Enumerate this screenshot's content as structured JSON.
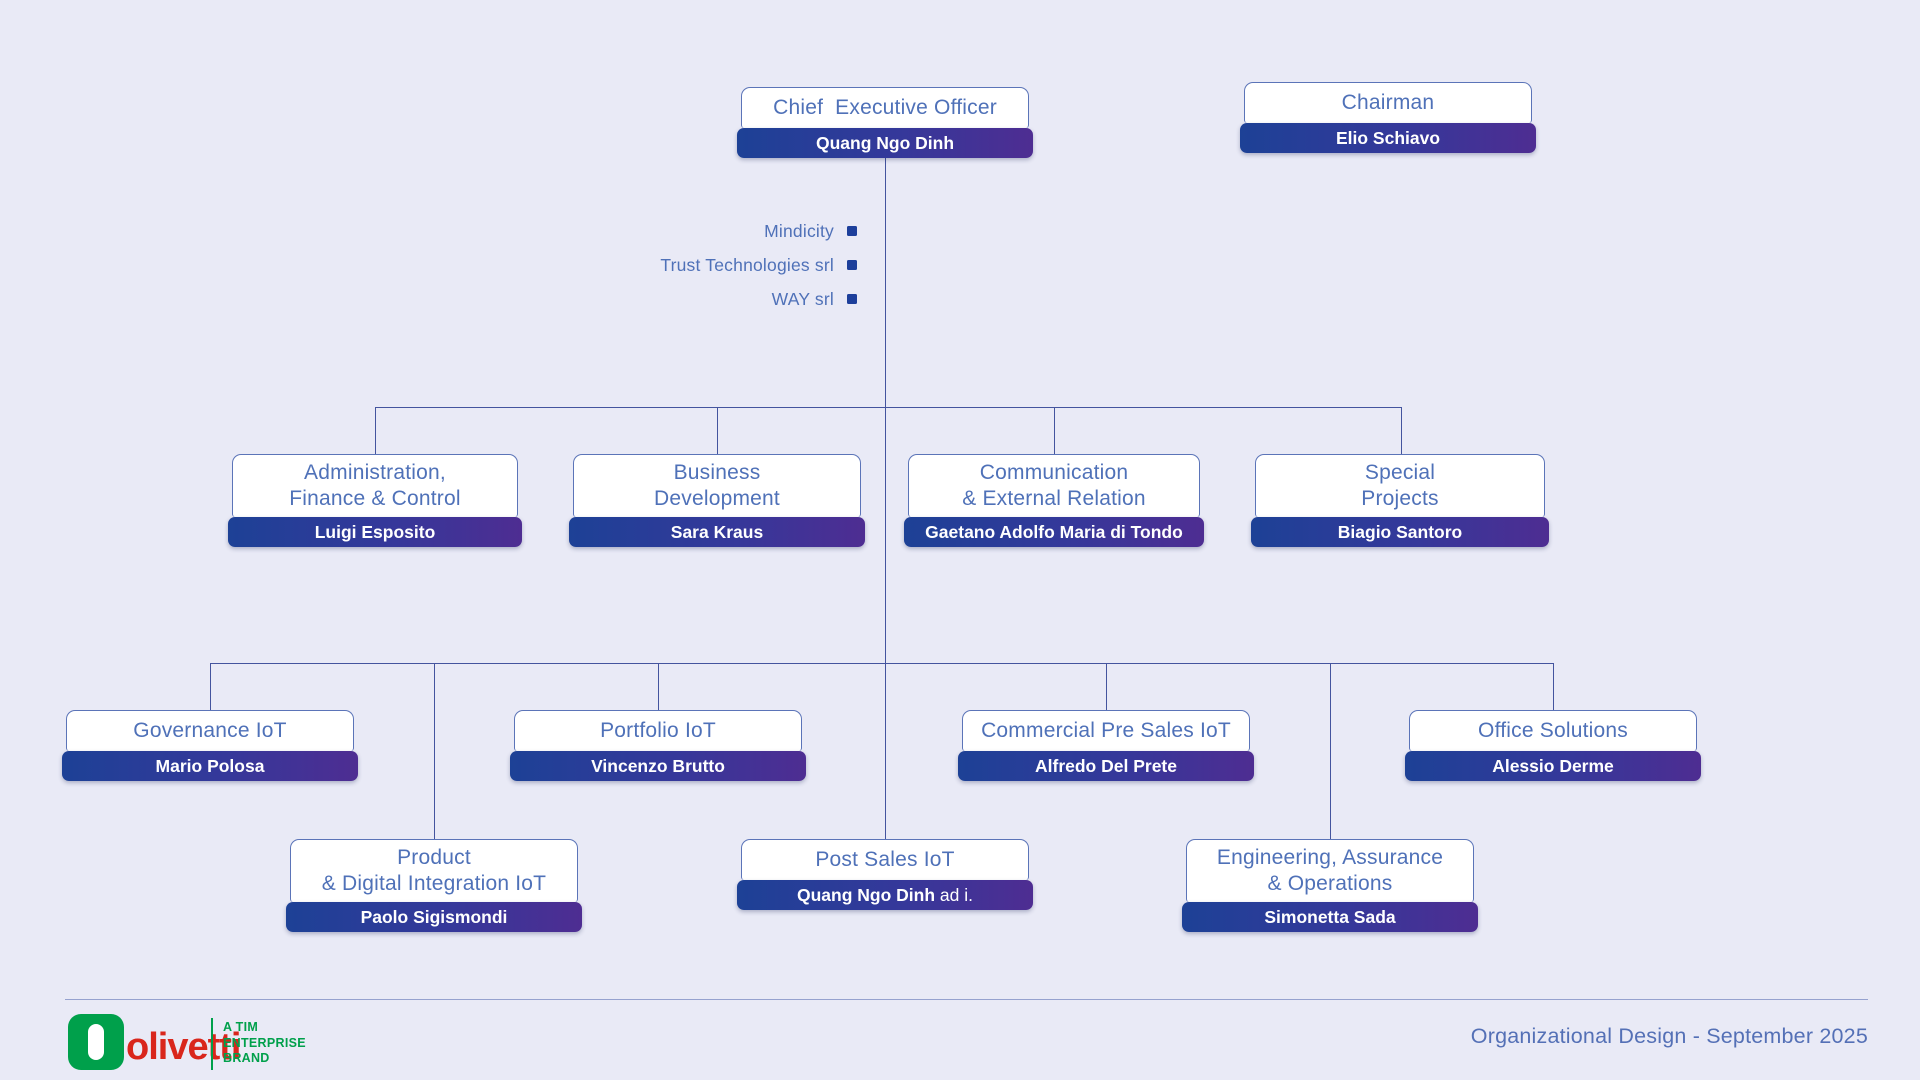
{
  "page": {
    "footer_note": "Organizational Design - September 2025"
  },
  "brand": {
    "logotype": "olivetti",
    "tagline": "A TIM\nENTERPRISE\nBRAND"
  },
  "colors": {
    "background": "#e9eaf6",
    "box_border": "#5b74b8",
    "title_text": "#4f71b8",
    "bar_gradient_left": "#1d4196",
    "bar_gradient_right": "#4e2d92",
    "connector": "#44549e",
    "bullet_square": "#1d3f9b",
    "brand_green": "#00a04b",
    "brand_red": "#d9261c"
  },
  "subsidiaries": {
    "items": [
      {
        "label": "Mindicity"
      },
      {
        "label": "Trust Technologies srl"
      },
      {
        "label": "WAY srl"
      }
    ]
  },
  "nodes": {
    "ceo": {
      "title": "Chief  Executive Officer",
      "name": "Quang Ngo Dinh"
    },
    "chairman": {
      "title": "Chairman",
      "name": "Elio Schiavo"
    },
    "admin": {
      "title": "Administration,\nFinance & Control",
      "name": "Luigi Esposito"
    },
    "bizdev": {
      "title": "Business\nDevelopment",
      "name": "Sara Kraus"
    },
    "comm": {
      "title": "Communication\n& External Relation",
      "name": "Gaetano Adolfo Maria di Tondo"
    },
    "special": {
      "title": "Special\nProjects",
      "name": "Biagio Santoro"
    },
    "governance": {
      "title": "Governance IoT",
      "name": "Mario Polosa"
    },
    "portfolio": {
      "title": "Portfolio IoT",
      "name": "Vincenzo Brutto"
    },
    "presales": {
      "title": "Commercial Pre Sales IoT",
      "name": "Alfredo Del Prete"
    },
    "office": {
      "title": "Office Solutions",
      "name": "Alessio Derme"
    },
    "product": {
      "title": "Product\n& Digital Integration IoT",
      "name": "Paolo Sigismondi"
    },
    "postsales": {
      "title": "Post Sales IoT",
      "name": "Quang Ngo Dinh",
      "name_suffix": " ad i."
    },
    "engineering": {
      "title": "Engineering, Assurance\n& Operations",
      "name": "Simonetta Sada"
    }
  }
}
